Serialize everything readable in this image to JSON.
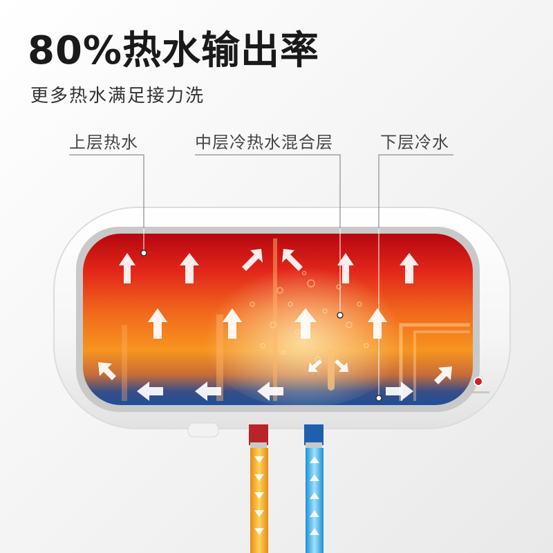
{
  "headline": "80%热水输出率",
  "subline": "更多热水满足接力洗",
  "callouts": {
    "top_layer": "上层热水",
    "middle_layer": "中层冷热水混合层",
    "bottom_layer": "下层冷水"
  },
  "colors": {
    "hot": "#d8141a",
    "warm": "#f7931e",
    "cold": "#1f6fb5",
    "cold_pipe": "#39b3ee",
    "hot_pipe": "#f5a623",
    "heater_body": "#fafafa"
  },
  "icons": [
    "flow-arrow-icon",
    "indicator-light-icon",
    "pointer-dot-icon"
  ]
}
